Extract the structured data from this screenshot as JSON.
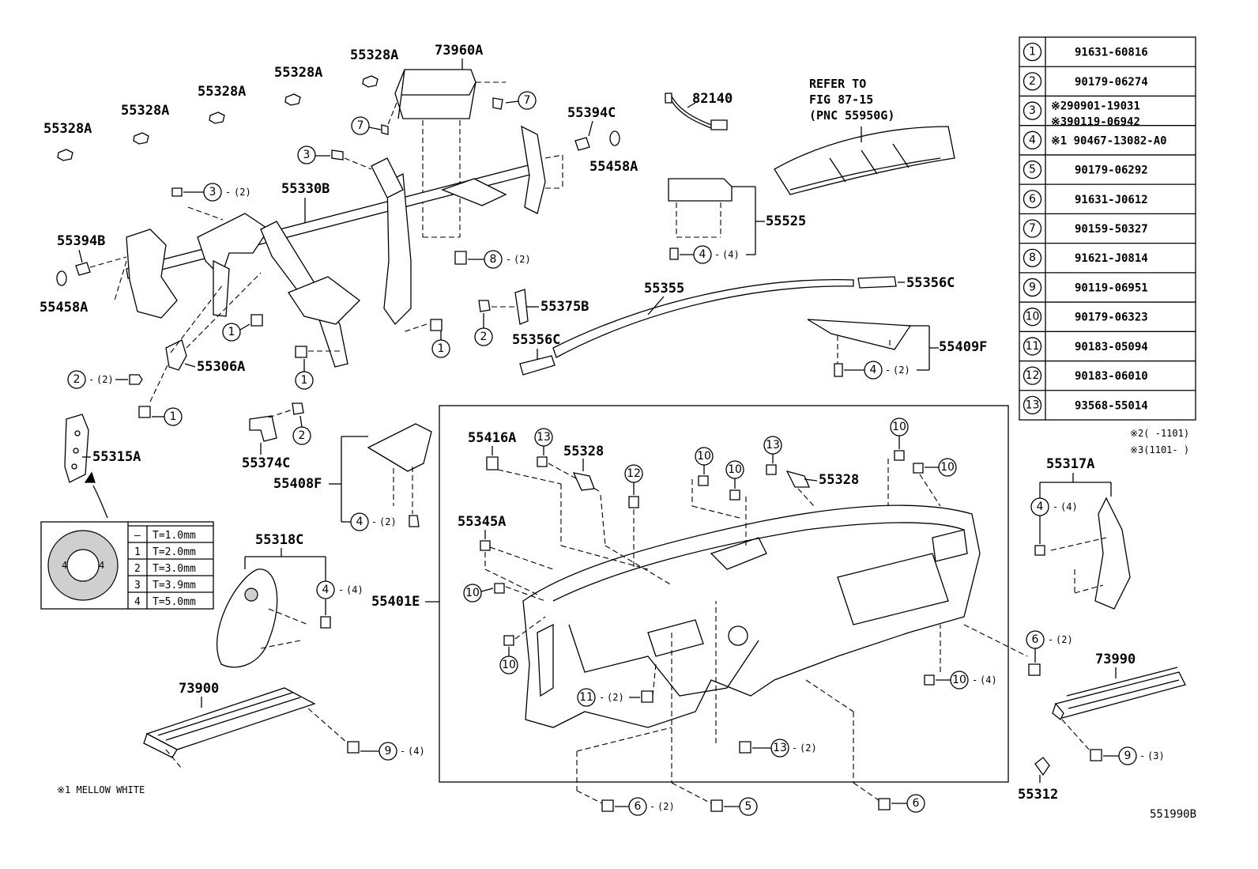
{
  "diagram": {
    "figure_id": "551990B",
    "note": "※1 MELLOW WHITE",
    "refer_text": [
      "REFER TO",
      "FIG 87-15",
      "(PNC 55950G)"
    ],
    "part_labels": {
      "p73960A": "73960A",
      "p55328A_1": "55328A",
      "p55328A_2": "55328A",
      "p55328A_3": "55328A",
      "p55328A_4": "55328A",
      "p55328A_5": "55328A",
      "p82140": "82140",
      "p55394C": "55394C",
      "p55458A_top": "55458A",
      "p55330B": "55330B",
      "p55394B": "55394B",
      "p55458A_left": "55458A",
      "p55306A": "55306A",
      "p55315A": "55315A",
      "p55374C": "55374C",
      "p55408F": "55408F",
      "p55375B": "55375B",
      "p55356C_left": "55356C",
      "p55355": "55355",
      "p55356C_right": "55356C",
      "p55525": "55525",
      "p55409F": "55409F",
      "p55318C": "55318C",
      "p73900": "73900",
      "p55416A": "55416A",
      "p55328_1": "55328",
      "p55328_2": "55328",
      "p55345A": "55345A",
      "p55401E": "55401E",
      "p55317A": "55317A",
      "p73990": "73990",
      "p55312": "55312"
    },
    "qty": {
      "q2": "(2)",
      "q3": "(3)",
      "q4": "(4)"
    },
    "washer_table": [
      {
        "code": "—",
        "thickness": "T=1.0mm"
      },
      {
        "code": "1",
        "thickness": "T=2.0mm"
      },
      {
        "code": "2",
        "thickness": "T=3.0mm"
      },
      {
        "code": "3",
        "thickness": "T=3.9mm"
      },
      {
        "code": "4",
        "thickness": "T=5.0mm"
      }
    ],
    "washer_mark": "4",
    "bolt_table": [
      {
        "num": "1",
        "parts": [
          "91631-60816"
        ]
      },
      {
        "num": "2",
        "parts": [
          "90179-06274"
        ]
      },
      {
        "num": "3",
        "parts": [
          "※290901-19031",
          "※390119-06942"
        ]
      },
      {
        "num": "4",
        "parts": [
          "※1 90467-13082-A0"
        ]
      },
      {
        "num": "5",
        "parts": [
          "90179-06292"
        ]
      },
      {
        "num": "6",
        "parts": [
          "91631-J0612"
        ]
      },
      {
        "num": "7",
        "parts": [
          "90159-50327"
        ]
      },
      {
        "num": "8",
        "parts": [
          "91621-J0814"
        ]
      },
      {
        "num": "9",
        "parts": [
          "90119-06951"
        ]
      },
      {
        "num": "10",
        "parts": [
          "90179-06323"
        ]
      },
      {
        "num": "11",
        "parts": [
          "90183-05094"
        ]
      },
      {
        "num": "12",
        "parts": [
          "90183-06010"
        ]
      },
      {
        "num": "13",
        "parts": [
          "93568-55014"
        ]
      }
    ],
    "footnotes": [
      "※2(    -1101)",
      "※3(1101-    )"
    ]
  }
}
